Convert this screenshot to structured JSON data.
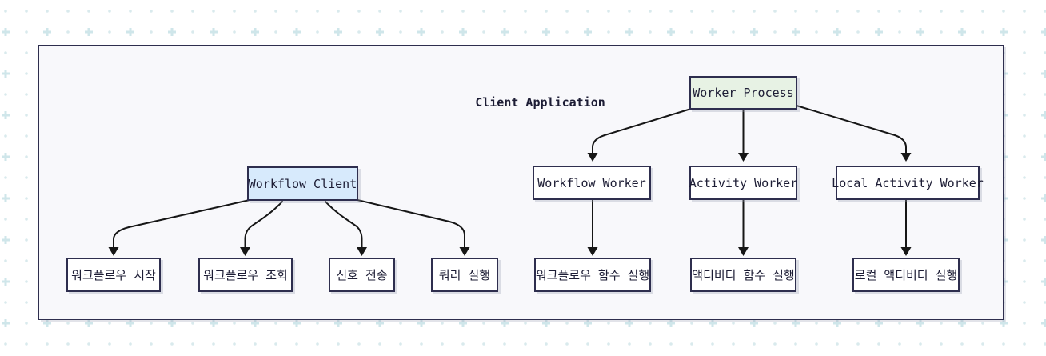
{
  "diagram": {
    "title": "Client Application",
    "nodes": [
      {
        "id": "worker-process",
        "label": "Worker Process",
        "fill": "#e7f2e4"
      },
      {
        "id": "workflow-client",
        "label": "Workflow Client",
        "fill": "#d7eafc"
      },
      {
        "id": "workflow-worker",
        "label": "Workflow Worker",
        "fill": "#ffffff"
      },
      {
        "id": "activity-worker",
        "label": "Activity Worker",
        "fill": "#ffffff"
      },
      {
        "id": "local-activity-worker",
        "label": "Local Activity Worker",
        "fill": "#ffffff"
      },
      {
        "id": "start-workflow",
        "label": "워크플로우 시작",
        "fill": "#ffffff"
      },
      {
        "id": "query-workflow",
        "label": "워크플로우 조회",
        "fill": "#ffffff"
      },
      {
        "id": "send-signal",
        "label": "신호 전송",
        "fill": "#ffffff"
      },
      {
        "id": "run-query",
        "label": "쿼리 실행",
        "fill": "#ffffff"
      },
      {
        "id": "run-workflow-fn",
        "label": "워크플로우 함수 실행",
        "fill": "#ffffff"
      },
      {
        "id": "run-activity-fn",
        "label": "액티비티 함수 실행",
        "fill": "#ffffff"
      },
      {
        "id": "run-local-activity",
        "label": "로컬 액티비티 실행",
        "fill": "#ffffff"
      }
    ],
    "edges": [
      {
        "from": "workflow-client",
        "to": "start-workflow"
      },
      {
        "from": "workflow-client",
        "to": "query-workflow"
      },
      {
        "from": "workflow-client",
        "to": "send-signal"
      },
      {
        "from": "workflow-client",
        "to": "run-query"
      },
      {
        "from": "worker-process",
        "to": "workflow-worker"
      },
      {
        "from": "worker-process",
        "to": "activity-worker"
      },
      {
        "from": "worker-process",
        "to": "local-activity-worker"
      },
      {
        "from": "workflow-worker",
        "to": "run-workflow-fn"
      },
      {
        "from": "activity-worker",
        "to": "run-activity-fn"
      },
      {
        "from": "local-activity-worker",
        "to": "run-local-activity"
      }
    ],
    "colors": {
      "client_node_fill": "#d7eafc",
      "process_node_fill": "#e7f2e4",
      "default_node_fill": "#ffffff",
      "node_border": "#2e2e4e",
      "edge": "#161616",
      "container_fill": "#f8f8fb",
      "container_border": "#2e2e4e",
      "background": "#ffffff",
      "grid_pattern": "#d9eaed"
    }
  }
}
